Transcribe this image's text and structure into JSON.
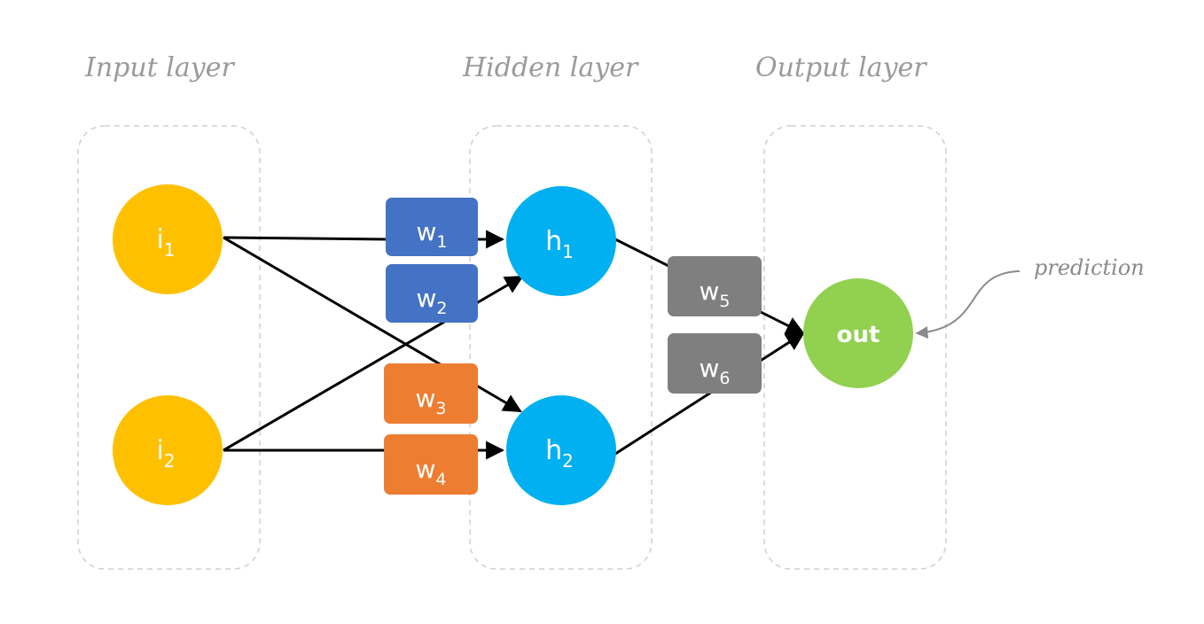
{
  "layers": {
    "input": {
      "title": "Input layer"
    },
    "hidden": {
      "title": "Hidden layer"
    },
    "output": {
      "title": "Output layer"
    }
  },
  "nodes": {
    "i1": {
      "main": "i",
      "sub": "1",
      "color": "#FFC000"
    },
    "i2": {
      "main": "i",
      "sub": "2",
      "color": "#FFC000"
    },
    "h1": {
      "main": "h",
      "sub": "1",
      "color": "#00B0F0"
    },
    "h2": {
      "main": "h",
      "sub": "2",
      "color": "#00B0F0"
    },
    "out": {
      "label": "out",
      "color": "#92D050"
    }
  },
  "weights": {
    "w1": {
      "main": "w",
      "sub": "1",
      "color": "#4472C4"
    },
    "w2": {
      "main": "w",
      "sub": "2",
      "color": "#4472C4"
    },
    "w3": {
      "main": "w",
      "sub": "3",
      "color": "#ED7D31"
    },
    "w4": {
      "main": "w",
      "sub": "4",
      "color": "#ED7D31"
    },
    "w5": {
      "main": "w",
      "sub": "5",
      "color": "#7F7F7F"
    },
    "w6": {
      "main": "w",
      "sub": "6",
      "color": "#7F7F7F"
    }
  },
  "annotation": {
    "prediction": "prediction"
  }
}
